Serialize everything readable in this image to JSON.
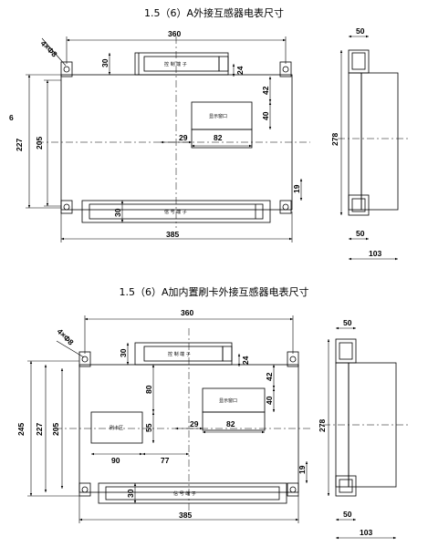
{
  "diagram1": {
    "title": "1.5（6）A外接互感器电表尺寸",
    "hole": "4×Φ8",
    "dims": {
      "width_top": "360",
      "t30": "30",
      "t24": "24",
      "t42": "42",
      "t40": "40",
      "t29": "29",
      "t82": "82",
      "left6": "6",
      "h227": "227",
      "h205": "205",
      "b30": "30",
      "b19": "19",
      "w385": "385",
      "side50top": "50",
      "h278": "278",
      "side50bot": "50",
      "w103": "103"
    },
    "labels": {
      "top_terminal": "控 制 端 子",
      "window": "显示窗口",
      "bottom_terminal": "信 号 端 子"
    }
  },
  "diagram2": {
    "title": "1.5（6）A加内置刷卡外接互感器电表尺寸",
    "hole": "4×Φ8",
    "dims": {
      "width_top": "360",
      "t30": "30",
      "t24": "24",
      "t42": "42",
      "t40": "40",
      "d80": "80",
      "d55": "55",
      "t29": "29",
      "t82": "82",
      "d90": "90",
      "d77": "77",
      "h245": "245",
      "h227": "227",
      "h205": "205",
      "b30": "30",
      "b19": "19",
      "w385": "385",
      "side50top": "50",
      "h278": "278",
      "side50bot": "50",
      "w103": "103"
    },
    "labels": {
      "top_terminal": "控 制 端 子",
      "window": "显示窗口",
      "card": "刷卡区",
      "bottom_terminal": "信 号 端 子"
    }
  }
}
